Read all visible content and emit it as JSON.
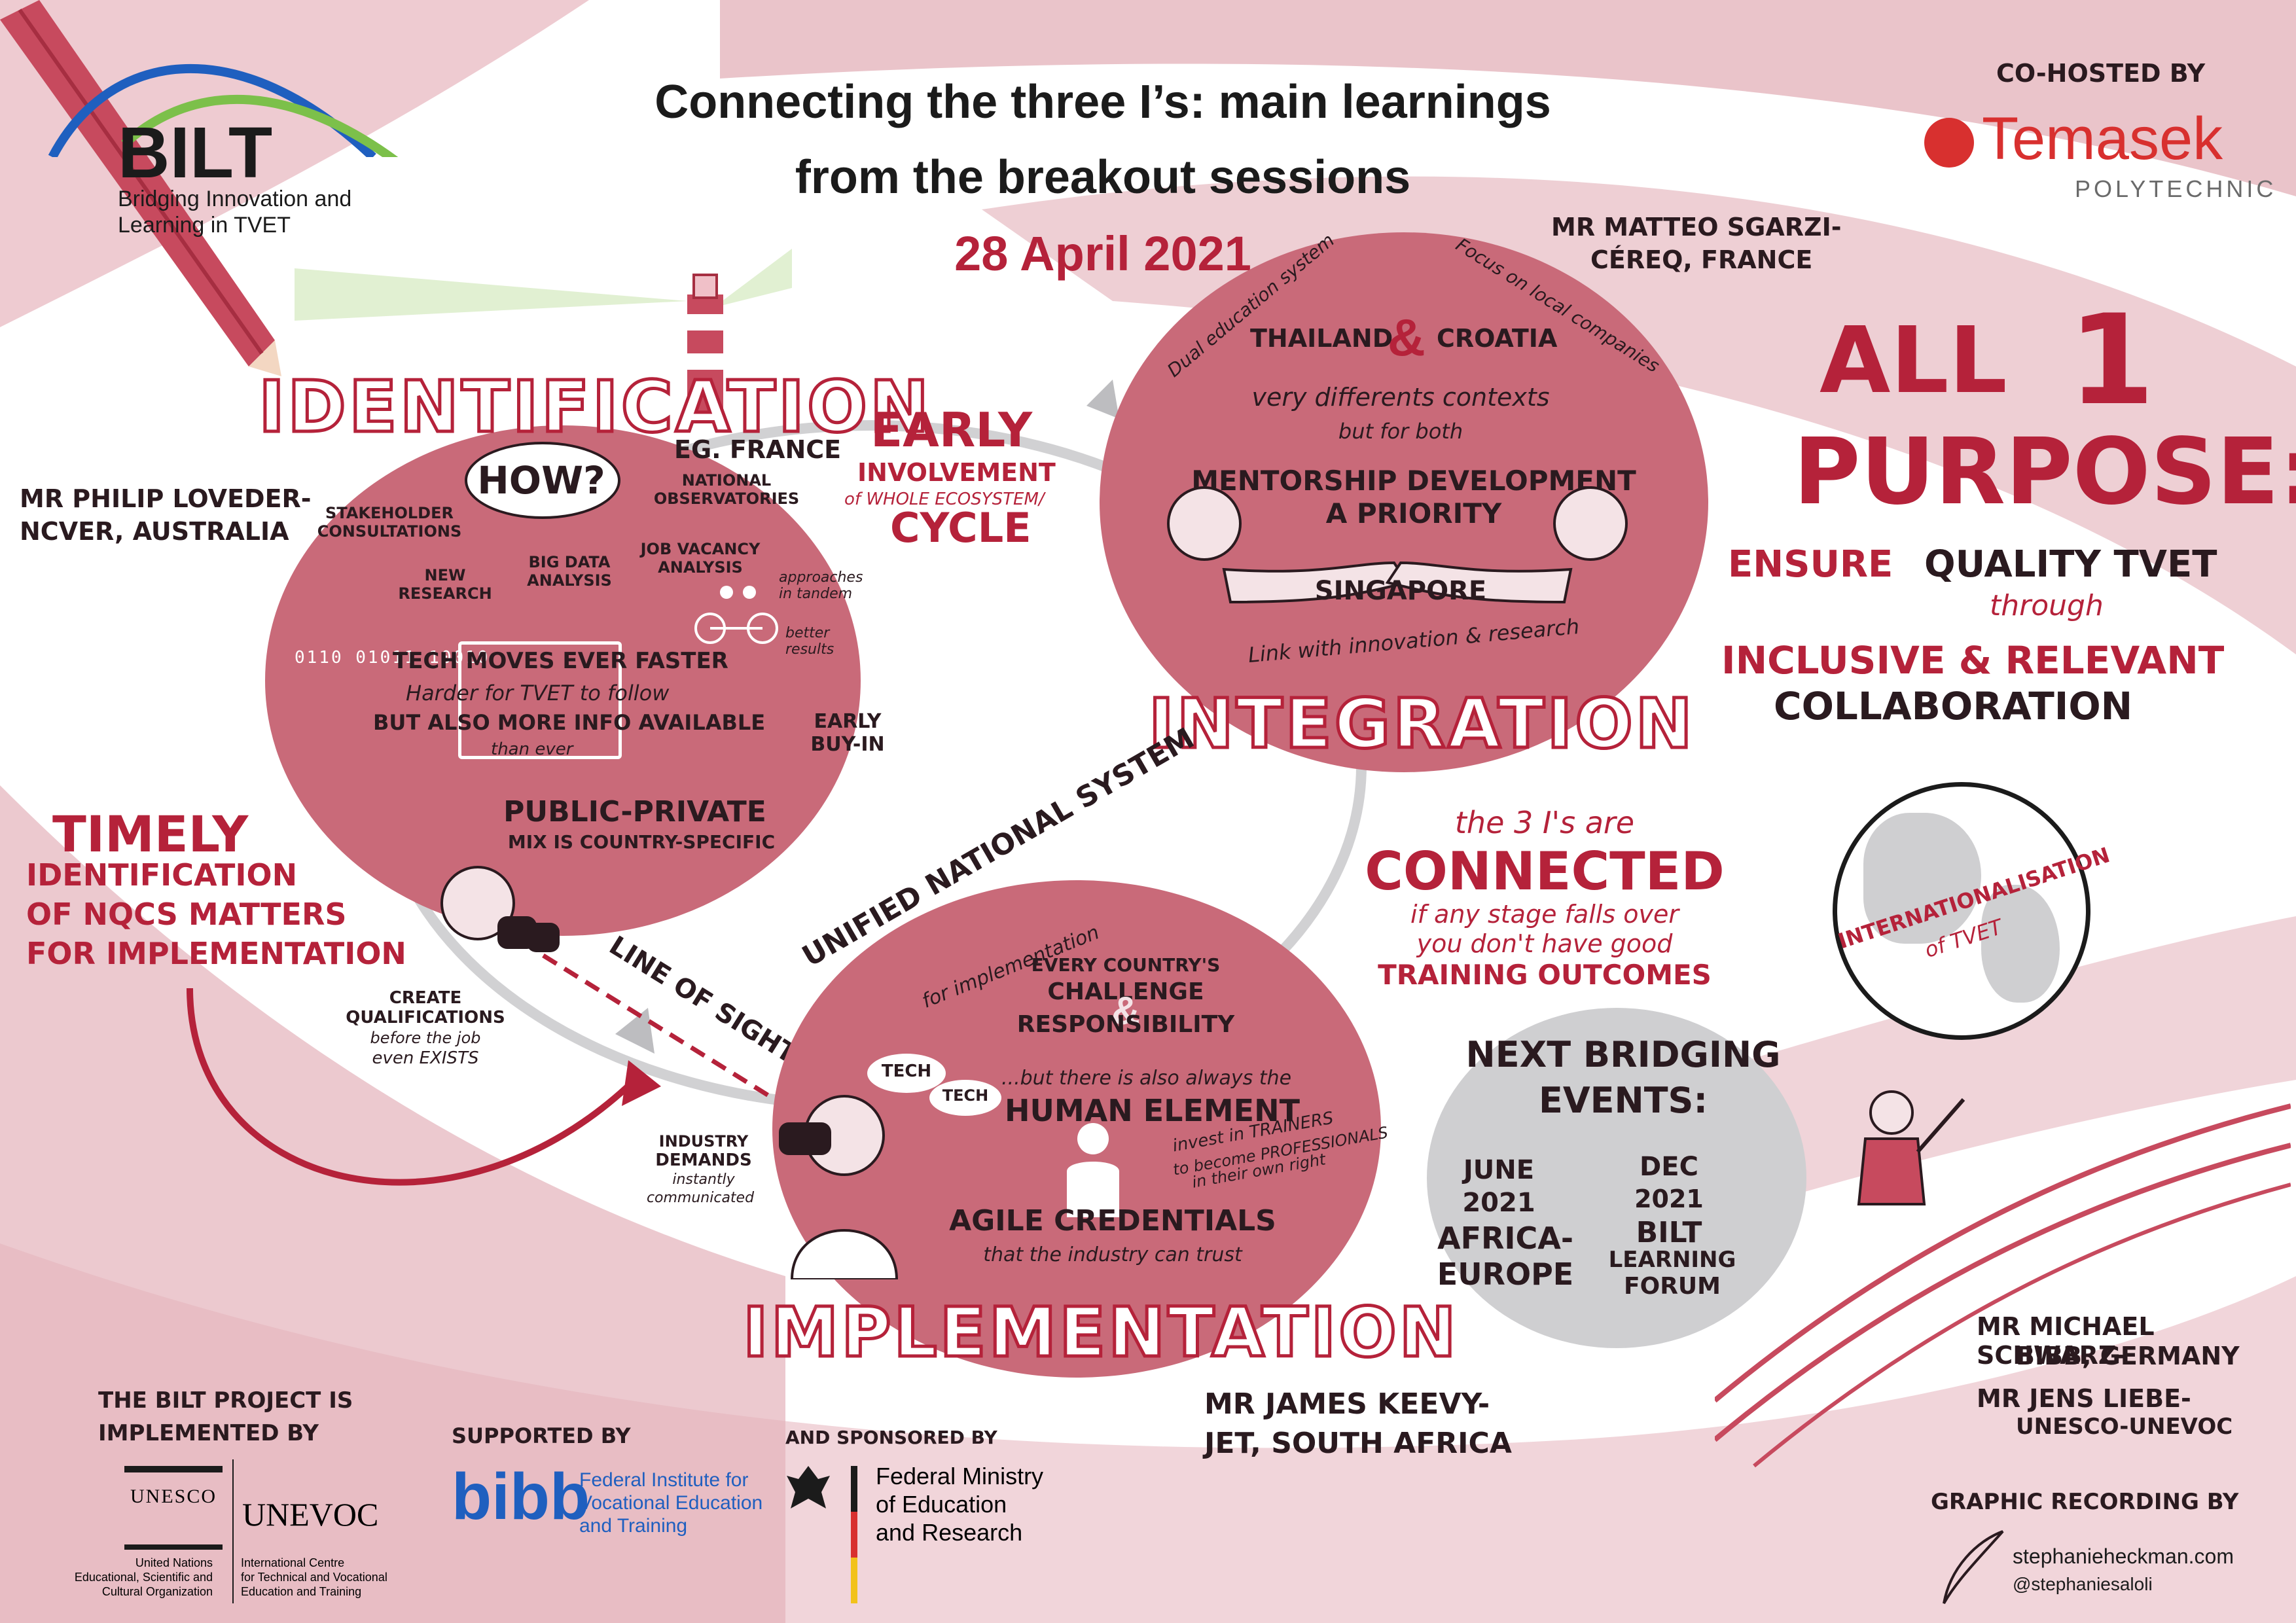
{
  "colors": {
    "accent": "#b5223a",
    "circle": "#c96a79",
    "grey": "#cfcfd1",
    "band": "#d9949f"
  },
  "header": {
    "title_line1": "Connecting the three I’s: main learnings",
    "title_line2": "from the breakout sessions",
    "date": "28 April 2021"
  },
  "bilt": {
    "name": "BILT",
    "tagline_1": "Bridging Innovation and",
    "tagline_2": "Learning in TVET"
  },
  "cohost": {
    "label": "CO-HOSTED by",
    "org": "Temasek",
    "org_sub": "POLYTECHNIC"
  },
  "identification": {
    "heading": "IDENTIFICATION",
    "how": "HOW?",
    "eg": "eg. FRANCE",
    "national": "NATIONAL OBSERVATORIES",
    "stakeholder": "STAKEHOLDER CONSULTATIONS",
    "new_research": "NEW RESEARCH",
    "big_data": "BIG DATA ANALYSIS",
    "job_vacancy": "JOB VACANCY ANALYSIS",
    "tandem": "approaches in tandem",
    "better": "better results",
    "tech_line1": "TECH moves ever faster",
    "tech_line2": "Harder for TVET to follow",
    "tech_line3": "but also MORE INFO AVAILABLE",
    "tech_line4": "than ever",
    "binary": "0110 01011 10010",
    "early_buyin": "EARLY BUY-IN",
    "public_private": "PUBLIC-PRIVATE",
    "mix": "MIX is COUNTRY-SPECIFIC",
    "speaker": "MR PHILIP LOVEDER-",
    "speaker_org": "NCVER, AUSTRALIA"
  },
  "early": {
    "title": "EARLY",
    "line1": "INVOLVEMENT",
    "line2": "of WHOLE ECOSYSTEM/",
    "line3": "CYCLE"
  },
  "timely": {
    "title": "TIMELY",
    "line1": "IDENTIFICATION",
    "line2": "of NQCs MATTERS",
    "line3": "for IMPLEMENTATION"
  },
  "create": {
    "line1": "CREATE",
    "line2": "QUALIFICATIONS",
    "line3": "before the job",
    "line4": "even EXISTS"
  },
  "line_of_sight": "LINE of SIGHT",
  "integration": {
    "heading": "INTEGRATION",
    "dual": "Dual education system",
    "focus": "Focus on local companies",
    "thailand": "THAILAND",
    "amp": "&",
    "croatia": "CROATIA",
    "contexts1": "very differents contexts",
    "contexts2": "but for both",
    "mentor1": "MENTORSHIP DEVELOPMENT",
    "mentor2": "a PRIORITY",
    "singapore": "SINGAPORE",
    "link": "Link with innovation & research",
    "speaker": "MR MATTEO SGARZI-",
    "speaker_org": "CÉREQ, FRANCE"
  },
  "implementation": {
    "heading": "IMPLEMENTATION",
    "unified": "UNIFIED NATIONAL SYSTEM",
    "for_impl": "for implementation",
    "every": "EVERY COUNTRY'S",
    "challenge": "CHALLENGE",
    "amp": "&",
    "responsibility": "RESPONSIBILITY",
    "tech1": "TECH",
    "tech2": "TECH",
    "but": "...but there is also always the",
    "human": "HUMAN ELEMENT",
    "invest1": "invest in TRAINERS",
    "invest2": "to become PROFESSIONALS",
    "invest3": "in their own right",
    "agile": "AGILE CREDENTIALS",
    "trust": "that the industry can trust",
    "industry1": "INDUSTRY",
    "industry2": "DEMANDS",
    "industry3": "instantly",
    "industry4": "communicated",
    "speaker": "MR JAMES KEEVY-",
    "speaker_org": "JET, SOUTH AFRICA"
  },
  "connected": {
    "line1": "the 3 I's are",
    "title": "CONNECTED",
    "line2": "if any stage falls over",
    "line3": "you don't have good",
    "line4": "TRAINING OUTCOMES"
  },
  "purpose": {
    "all": "ALL",
    "one": "1",
    "purpose": "PURPOSE:",
    "ensure": "ENSURE",
    "quality": "QUALITY TVET",
    "through": "through",
    "inclusive": "INCLUSIVE & RELEVANT",
    "collab": "COLLABORATION"
  },
  "globe": {
    "text1": "INTERNATIONALISATION",
    "text2": "of TVET"
  },
  "events": {
    "title1": "NEXT BRIDGING",
    "title2": "EVENTS:",
    "june": "JUNE",
    "june_year": "2021",
    "africa1": "AFRICA-",
    "africa2": "EUROPE",
    "dec": "DEC",
    "dec_year": "2021",
    "bilt": "BILT",
    "learning": "LEARNING",
    "forum": "FORUM"
  },
  "speakers_right": {
    "l1": "MR MICHAEL SCHWARZ-",
    "l2": "BIBB, GERMANY",
    "l3": "MR JENS LIEBE-",
    "l4": "UNESCO-UNEVOC"
  },
  "footer": {
    "impl_label1": "The BILT PROJECT is",
    "impl_label2": "IMPLEMENTED by",
    "unesco": "UNESCO",
    "unevoc": "UNEVOC",
    "unesco_sub1": "United Nations",
    "unesco_sub2": "Educational, Scientific and",
    "unesco_sub3": "Cultural Organization",
    "unevoc_sub1": "International Centre",
    "unevoc_sub2": "for Technical and Vocational",
    "unevoc_sub3": "Education and Training",
    "supported": "SUPPORTED by",
    "bibb": "bibb",
    "bibb_sub1": "Federal Institute for",
    "bibb_sub2": "Vocational Education",
    "bibb_sub3": "and Training",
    "sponsored": "and SPONSORED by",
    "bmbf1": "Federal Ministry",
    "bmbf2": "of Education",
    "bmbf3": "and Research",
    "recording": "GRAPHIC RECORDING by",
    "site": "stephanieheckman.com",
    "handle": "@stephaniesaloli"
  }
}
